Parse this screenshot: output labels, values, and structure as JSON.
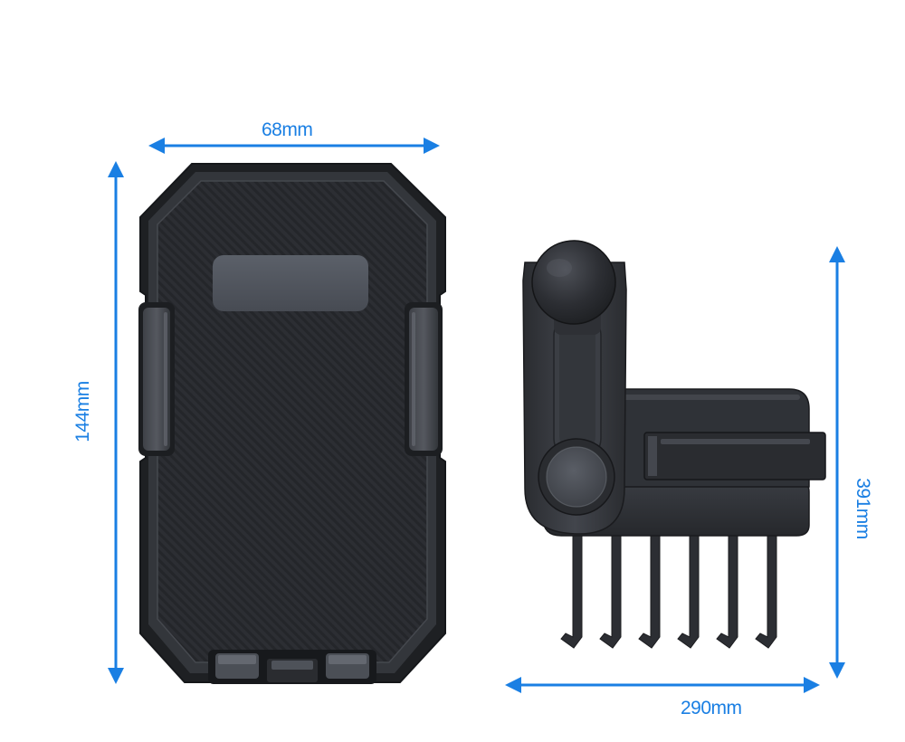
{
  "dimensions": {
    "width_top": "68mm",
    "height_left": "144mm",
    "height_right": "391mm",
    "width_bottom": "290mm"
  },
  "colors": {
    "dimension_accent": "#1a7fe3",
    "product_body": "#2b2d31",
    "product_highlight": "#5c6068",
    "background": "#ffffff"
  },
  "views": [
    {
      "icon": "phone-holder-front-view"
    },
    {
      "icon": "phone-holder-side-view"
    }
  ]
}
